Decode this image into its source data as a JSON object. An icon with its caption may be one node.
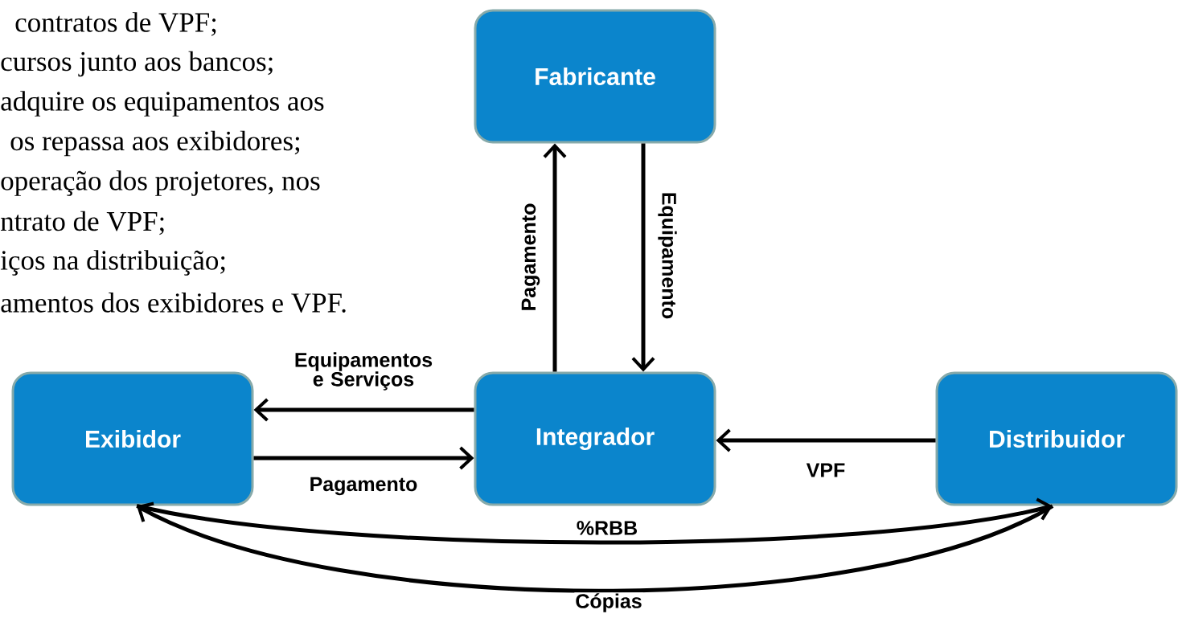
{
  "diagram": {
    "nodes": [
      {
        "text": [
          "Fabricante"
        ]
      },
      {
        "text": [
          "Exibidor"
        ]
      },
      {
        "text": [
          "Integrador"
        ]
      },
      {
        "text": [
          "Distribuidor"
        ]
      }
    ],
    "edges": [
      {
        "from": 2,
        "to": 0,
        "arrow": "to",
        "label": "Pagamento"
      },
      {
        "from": 0,
        "to": 2,
        "arrow": "to",
        "label": "Equipamento"
      },
      {
        "from": 2,
        "to": 1,
        "arrow": "to",
        "label": "Equipamentos e Serviços"
      },
      {
        "from": 1,
        "to": 2,
        "arrow": "to",
        "label": "Pagamento"
      },
      {
        "from": 3,
        "to": 2,
        "arrow": "to",
        "label": "VPF"
      },
      {
        "from": 1,
        "to": 3,
        "arrow": "to",
        "label": "%RBB"
      },
      {
        "from": 3,
        "to": 1,
        "arrow": "to",
        "label": "Cópias"
      }
    ],
    "labels": [
      "contratos de VPF;",
      "cursos junto aos bancos;",
      "adquire os equipamentos aos",
      "os repassa aos exibidores;",
      "operação dos projetores, nos",
      "ntrato de VPF;",
      "iços na distribuição;",
      "amentos dos exibidores e VPF."
    ]
  }
}
